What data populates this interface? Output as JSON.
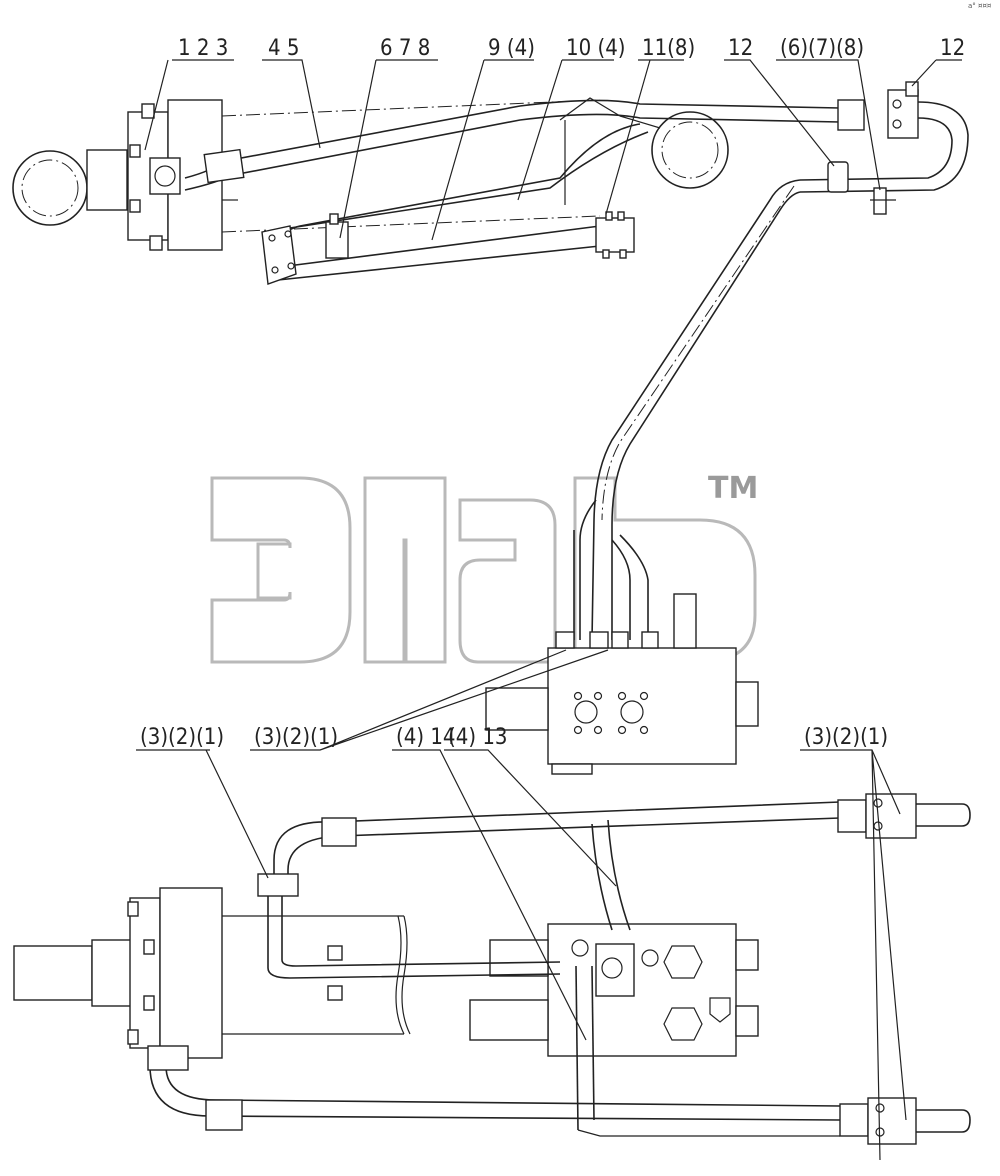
{
  "corner_mark": "a° ¤¤¤",
  "watermark": {
    "tm": "TM"
  },
  "callouts_top": [
    {
      "id": "c1",
      "text": "1 2 3"
    },
    {
      "id": "c2",
      "text": "4 5"
    },
    {
      "id": "c3",
      "text": "6 7 8"
    },
    {
      "id": "c4",
      "text": "9 (4)"
    },
    {
      "id": "c5",
      "text": "10 (4)"
    },
    {
      "id": "c6",
      "text": "11(8)"
    },
    {
      "id": "c7",
      "text": "12"
    },
    {
      "id": "c8",
      "text": "(6)(7)(8)"
    },
    {
      "id": "c9",
      "text": "12"
    }
  ],
  "callouts_bottom": [
    {
      "id": "b1",
      "text": "(3)(2)(1)"
    },
    {
      "id": "b2",
      "text": "(3)(2)(1)"
    },
    {
      "id": "b3",
      "text": "(4) 14"
    },
    {
      "id": "b4",
      "text": "(4) 13"
    },
    {
      "id": "b5",
      "text": "(3)(2)(1)"
    }
  ]
}
